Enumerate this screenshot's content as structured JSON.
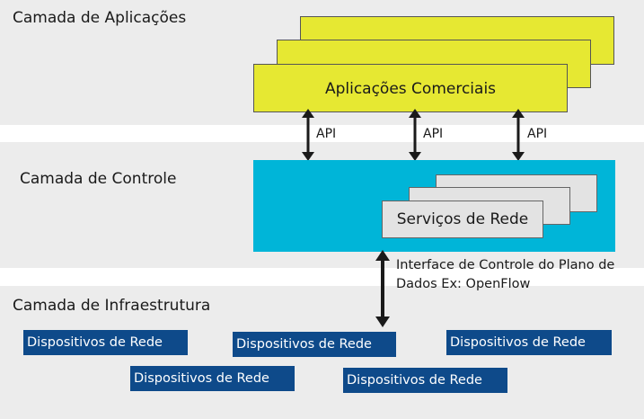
{
  "layers": {
    "applications": "Camada de Aplicações",
    "control": "Camada de Controle",
    "infrastructure": "Camada de Infraestrutura"
  },
  "application_box": "Aplicações Comerciais",
  "api_labels": [
    "API",
    "API",
    "API"
  ],
  "network_services": "Serviços de Rede",
  "control_interface": {
    "line1": "Interface de Controle do Plano de",
    "line2": "Dados Ex: OpenFlow"
  },
  "devices": [
    "Dispositivos de Rede",
    "Dispositivos de Rede",
    "Dispositivos de Rede",
    "Dispositivos de Rede",
    "Dispositivos de Rede"
  ],
  "colors": {
    "app_yellow": "#e6e832",
    "control_cyan": "#00b5d8",
    "device_blue": "#0e4a8a",
    "band_gray": "#ececec"
  }
}
